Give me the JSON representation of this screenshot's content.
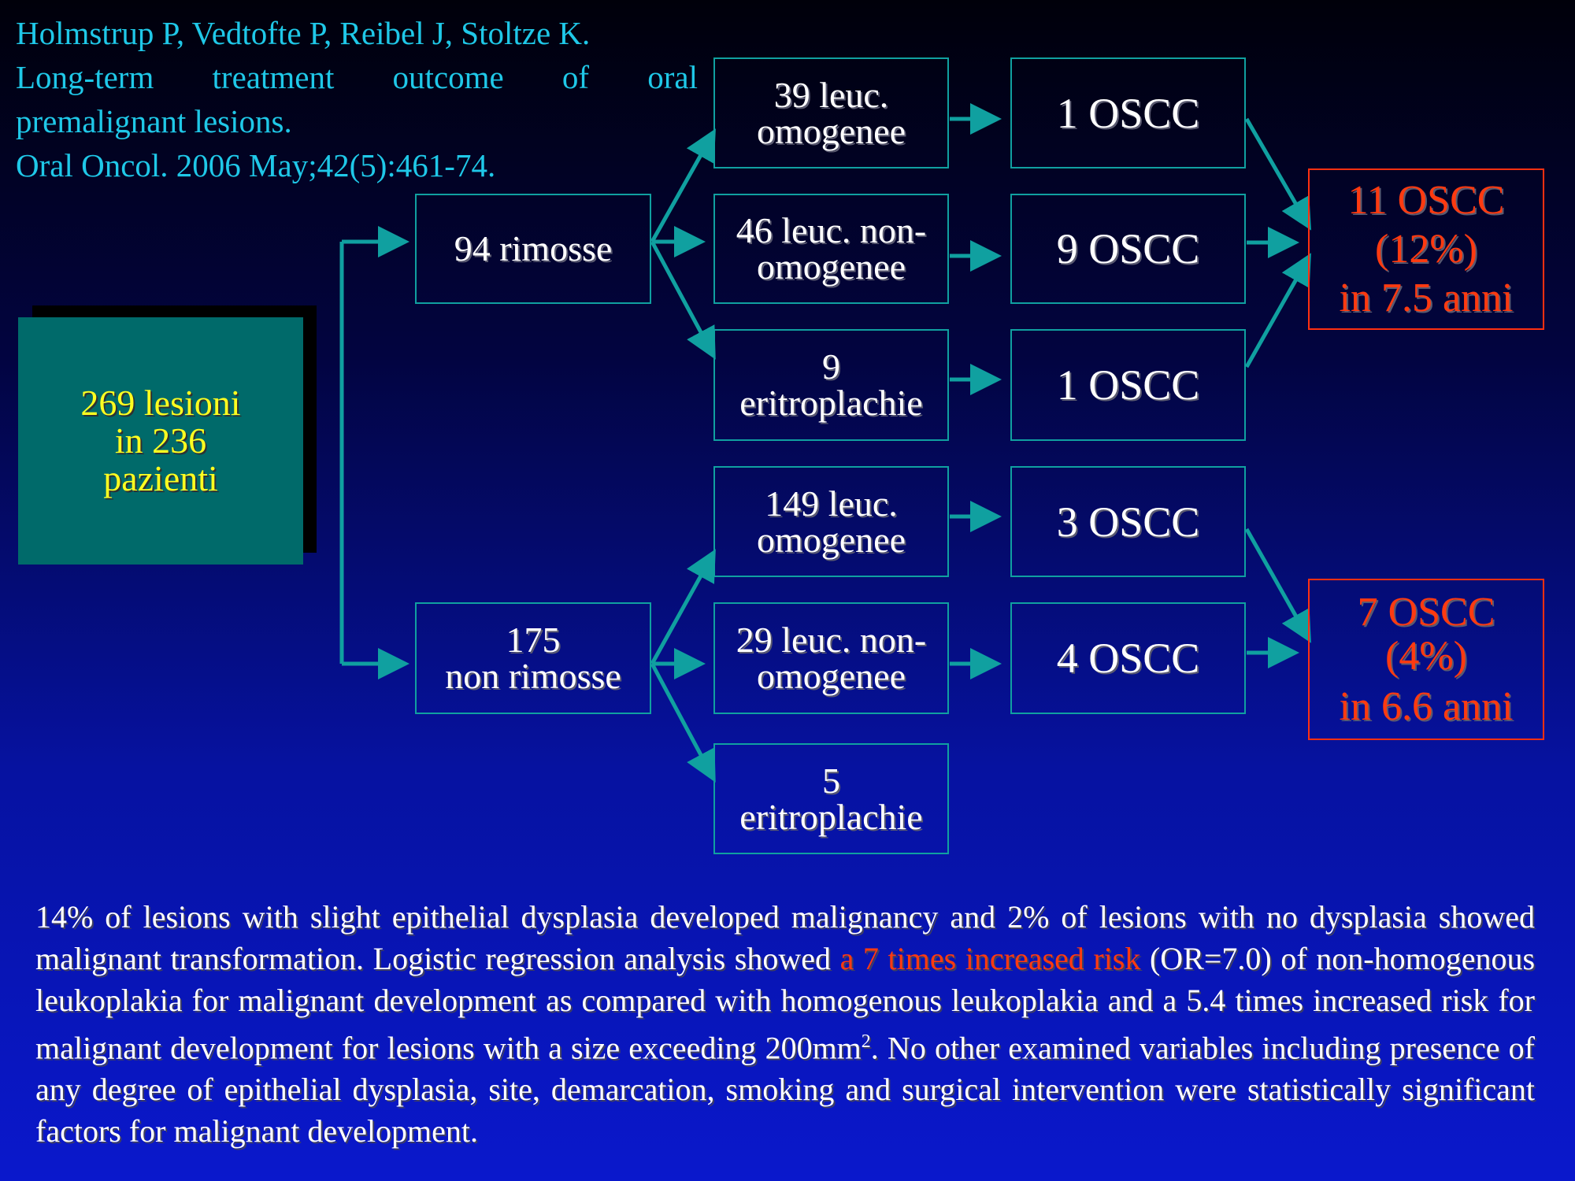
{
  "citation": {
    "authors": "Holmstrup P, Vedtofte P, Reibel J, Stoltze K.",
    "title_line1": "Long-term treatment outcome of oral",
    "title_line2": "premalignant lesions.",
    "journal": "Oral Oncol. 2006 May;42(5):461-74."
  },
  "root": {
    "line1": "269 lesioni",
    "line2": "in 236",
    "line3": "pazienti"
  },
  "groups": [
    {
      "line1": "94 rimosse",
      "line2": ""
    },
    {
      "line1": "175",
      "line2": "non rimosse"
    }
  ],
  "subtypes": [
    {
      "line1": "39 leuc.",
      "line2": "omogenee"
    },
    {
      "line1": "46 leuc. non-",
      "line2": "omogenee"
    },
    {
      "line1": "9",
      "line2": "eritroplachie"
    },
    {
      "line1": "149 leuc.",
      "line2": "omogenee"
    },
    {
      "line1": "29 leuc. non-",
      "line2": "omogenee"
    },
    {
      "line1": "5",
      "line2": "eritroplachie"
    }
  ],
  "outcomes": [
    "1 OSCC",
    "9 OSCC",
    "1 OSCC",
    "3 OSCC",
    "4 OSCC"
  ],
  "totals": [
    {
      "line1": "11 OSCC",
      "line2": "(12%)",
      "line3": "in 7.5 anni"
    },
    {
      "line1": "7 OSCC",
      "line2": "(4%)",
      "line3": "in 6.6 anni"
    }
  ],
  "paragraph": {
    "part1": "14% of lesions with slight epithelial dysplasia developed malignancy and 2% of lesions with no dysplasia showed malignant transformation. Logistic regression analysis showed ",
    "highlight": "a 7 times increased risk",
    "part2": " (OR=7.0) of non-homogenous leukoplakia for malignant development as compared with homogenous leukoplakia and a 5.4 times increased risk for malignant development for lesions with a size exceeding 200mm",
    "sup": "2",
    "part3": ". No other examined variables including presence of any degree of epithelial dysplasia, site, demarcation, smoking and surgical intervention were statistically significant factors for malignant development."
  },
  "colors": {
    "arrow": "#10a0a0",
    "highlight": "#ff3a10",
    "citation": "#1fc8e8",
    "root_fill": "#006a6a"
  }
}
